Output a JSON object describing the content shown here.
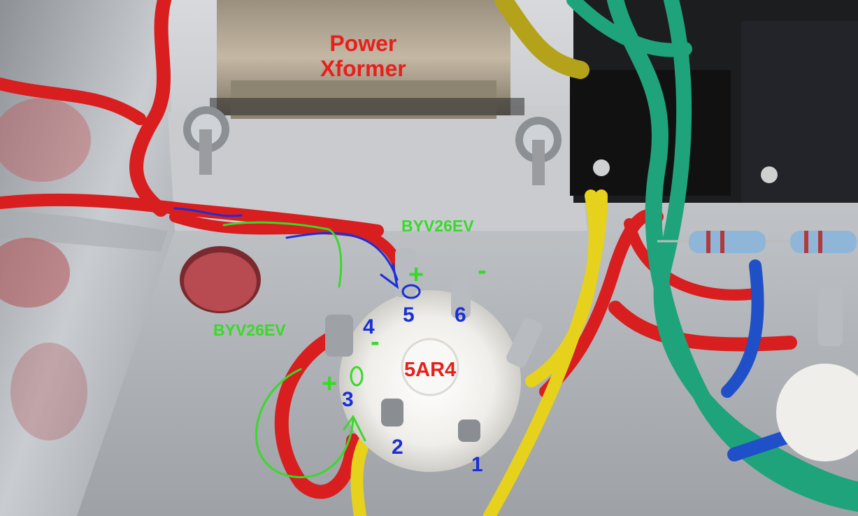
{
  "annotations": {
    "power_transformer": "Power\nXformer",
    "power_line1": "Power",
    "power_line2": "Xformer",
    "diode_top": "BYV26EV",
    "diode_left": "BYV26EV",
    "tube": "5AR4",
    "pin_1": "1",
    "pin_2": "2",
    "pin_3": "3",
    "pin_4": "4",
    "pin_5": "5",
    "pin_6": "6",
    "plus_top": "+",
    "minus_top": "-",
    "plus_left": "+",
    "minus_left": "-"
  },
  "colors": {
    "annotation_red": "#e8201c",
    "annotation_green": "#39d92a",
    "annotation_blue": "#1a2fd6",
    "chassis": "#b9bcc0",
    "wire_red": "#d81e1e",
    "wire_yellow": "#e6d21c",
    "wire_green": "#1fa37a",
    "socket": "#f2f1ee"
  }
}
